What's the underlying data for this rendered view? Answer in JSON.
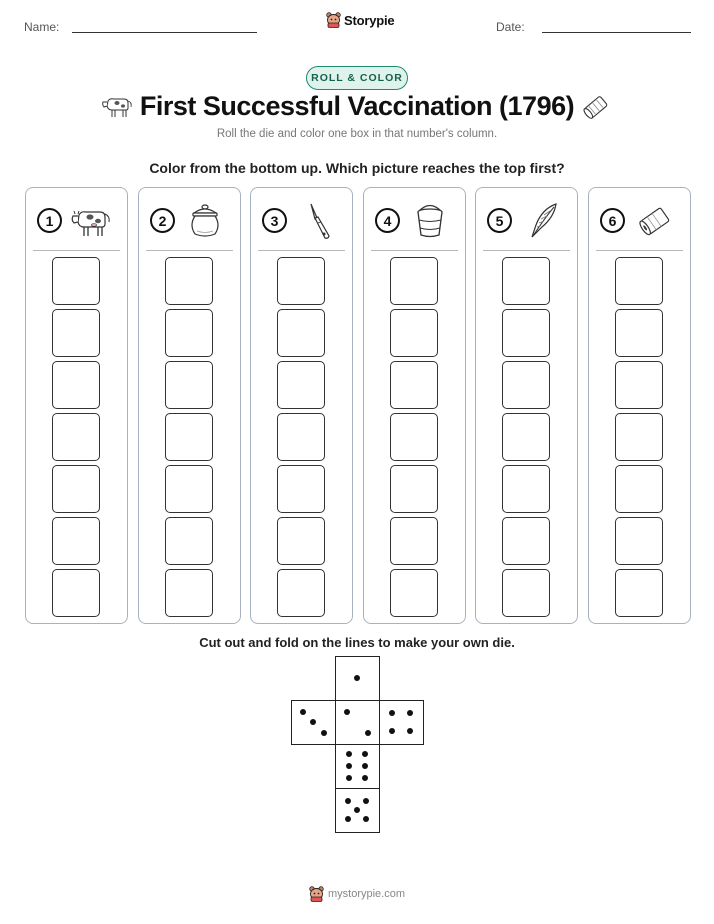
{
  "header": {
    "name_label": "Name:",
    "date_label": "Date:",
    "brand_name": "Storypie"
  },
  "badge": "ROLL & COLOR",
  "title": "First Successful Vaccination (1796)",
  "subtitle": "Roll the die and color one box in that number's column.",
  "instruction": "Color from the bottom up. Which picture reaches the top first?",
  "columns": [
    {
      "number": "1",
      "icon": "cow-icon"
    },
    {
      "number": "2",
      "icon": "jar-icon"
    },
    {
      "number": "3",
      "icon": "lancet-icon"
    },
    {
      "number": "4",
      "icon": "milk-pail-icon"
    },
    {
      "number": "5",
      "icon": "quill-icon"
    },
    {
      "number": "6",
      "icon": "scroll-icon"
    }
  ],
  "boxes_per_column": 7,
  "cut_instruction": "Cut out and fold on the lines to make your own die.",
  "die_faces": [
    1,
    3,
    2,
    4,
    6,
    5
  ],
  "footer": "mystorypie.com",
  "colors": {
    "badge_border": "#1f8a72",
    "badge_fill": "#dff3ec",
    "column_border": "#a9b2c2"
  }
}
